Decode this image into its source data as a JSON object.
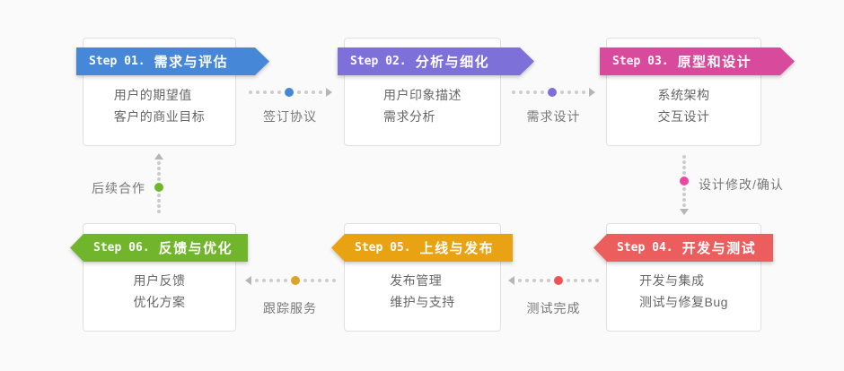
{
  "palette": {
    "page_bg": "#fafafa",
    "gray_dot": "#cccccc",
    "arrow": "#b5b5b5",
    "box_border": "#e0e0e0",
    "content_text": "#666666",
    "label_text": "#777777"
  },
  "steps": [
    {
      "label": "Step 01.",
      "title": "需求与评估",
      "color": "#4687d8",
      "lines": [
        "用户的期望值",
        "客户的商业目标"
      ]
    },
    {
      "label": "Step 02.",
      "title": "分析与细化",
      "color": "#7d70d8",
      "lines": [
        "用户印象描述",
        "需求分析"
      ]
    },
    {
      "label": "Step 03.",
      "title": "原型和设计",
      "color": "#d84a9c",
      "lines": [
        "系统架构",
        "交互设计"
      ]
    },
    {
      "label": "Step 04.",
      "title": "开发与测试",
      "color": "#ec5e5e",
      "lines": [
        "开发与集成",
        "测试与修复Bug"
      ]
    },
    {
      "label": "Step 05.",
      "title": "上线与发布",
      "color": "#e9a211",
      "lines": [
        "发布管理",
        "维护与支持"
      ]
    },
    {
      "label": "Step 06.",
      "title": "反馈与优化",
      "color": "#70b52c",
      "lines": [
        "用户反馈",
        "优化方案"
      ]
    }
  ],
  "connectors": [
    {
      "label": "签订协议",
      "color": "#4687d8",
      "direction": "right"
    },
    {
      "label": "需求设计",
      "color": "#7d70d8",
      "direction": "right"
    },
    {
      "label": "设计修改/确认",
      "color": "#e8489f",
      "direction": "down"
    },
    {
      "label": "测试完成",
      "color": "#ee5252",
      "direction": "left"
    },
    {
      "label": "跟踪服务",
      "color": "#dca426",
      "direction": "left"
    },
    {
      "label": "后续合作",
      "color": "#6cb82c",
      "direction": "up"
    }
  ]
}
